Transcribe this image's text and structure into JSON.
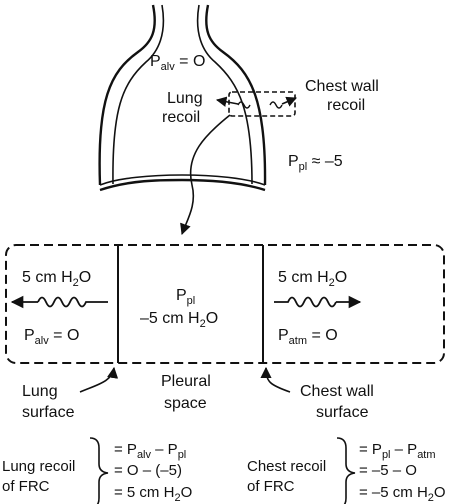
{
  "lung": {
    "p_alv": "P",
    "p_alv_sub": "alv",
    "p_alv_eq": " = O",
    "lung_recoil_1": "Lung",
    "lung_recoil_2": "recoil",
    "chest_recoil_1": "Chest wall",
    "chest_recoil_2": "recoil",
    "p_pl": "P",
    "p_pl_sub": "pl",
    "p_pl_eq": " ≈ –5"
  },
  "box": {
    "left_pressure": "5 cm H",
    "left_pressure_sub": "2",
    "left_pressure_end": "O",
    "left_palv": "P",
    "left_palv_sub": "alv",
    "left_palv_eq": " = O",
    "center_ppl": "P",
    "center_ppl_sub": "pl",
    "center_value": "–5 cm H",
    "center_value_sub": "2",
    "center_value_end": "O",
    "right_pressure": "5 cm H",
    "right_pressure_sub": "2",
    "right_pressure_end": "O",
    "right_patm": "P",
    "right_patm_sub": "atm",
    "right_patm_eq": " = O"
  },
  "labels": {
    "lung_surface_1": "Lung",
    "lung_surface_2": "surface",
    "pleural_space_1": "Pleural",
    "pleural_space_2": "space",
    "chest_surface_1": "Chest wall",
    "chest_surface_2": "surface"
  },
  "equations": {
    "lung_label_1": "Lung recoil",
    "lung_label_2": "of FRC",
    "lung_line1_a": "= P",
    "lung_line1_s1": "alv",
    "lung_line1_b": " – P",
    "lung_line1_s2": "pl",
    "lung_line2": "= O – (–5)",
    "lung_line3_a": "= 5 cm H",
    "lung_line3_s": "2",
    "lung_line3_b": "O",
    "chest_label_1": "Chest recoil",
    "chest_label_2": "of FRC",
    "chest_line1_a": "= P",
    "chest_line1_s1": "pl",
    "chest_line1_b": " – P",
    "chest_line1_s2": "atm",
    "chest_line2": "= –5 – O",
    "chest_line3_a": "= –5 cm H",
    "chest_line3_s": "2",
    "chest_line3_b": "O"
  }
}
